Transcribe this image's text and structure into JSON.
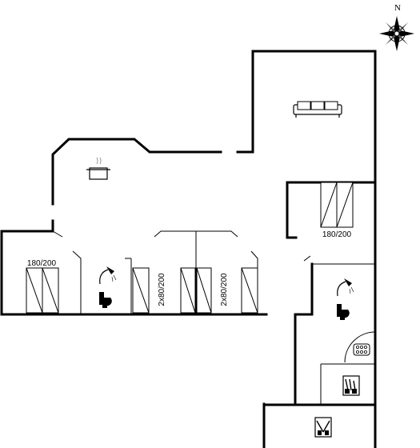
{
  "compass": {
    "north_label": "N"
  },
  "rooms": {
    "bedroom_left": {
      "bed_label": "180/200"
    },
    "bedroom_mid_1": {
      "bed_label": "2x80/200"
    },
    "bedroom_mid_2": {
      "bed_label": "2x80/200"
    },
    "bedroom_right": {
      "bed_label": "180/200"
    }
  },
  "icons": [
    "compass-rose-icon",
    "sofa-icon",
    "cooking-pot-icon",
    "shower-icon",
    "toilet-icon",
    "hob-icon",
    "washing-machine-icon",
    "dishwasher-icon"
  ],
  "colors": {
    "wall": "#000000",
    "background": "#ffffff"
  }
}
